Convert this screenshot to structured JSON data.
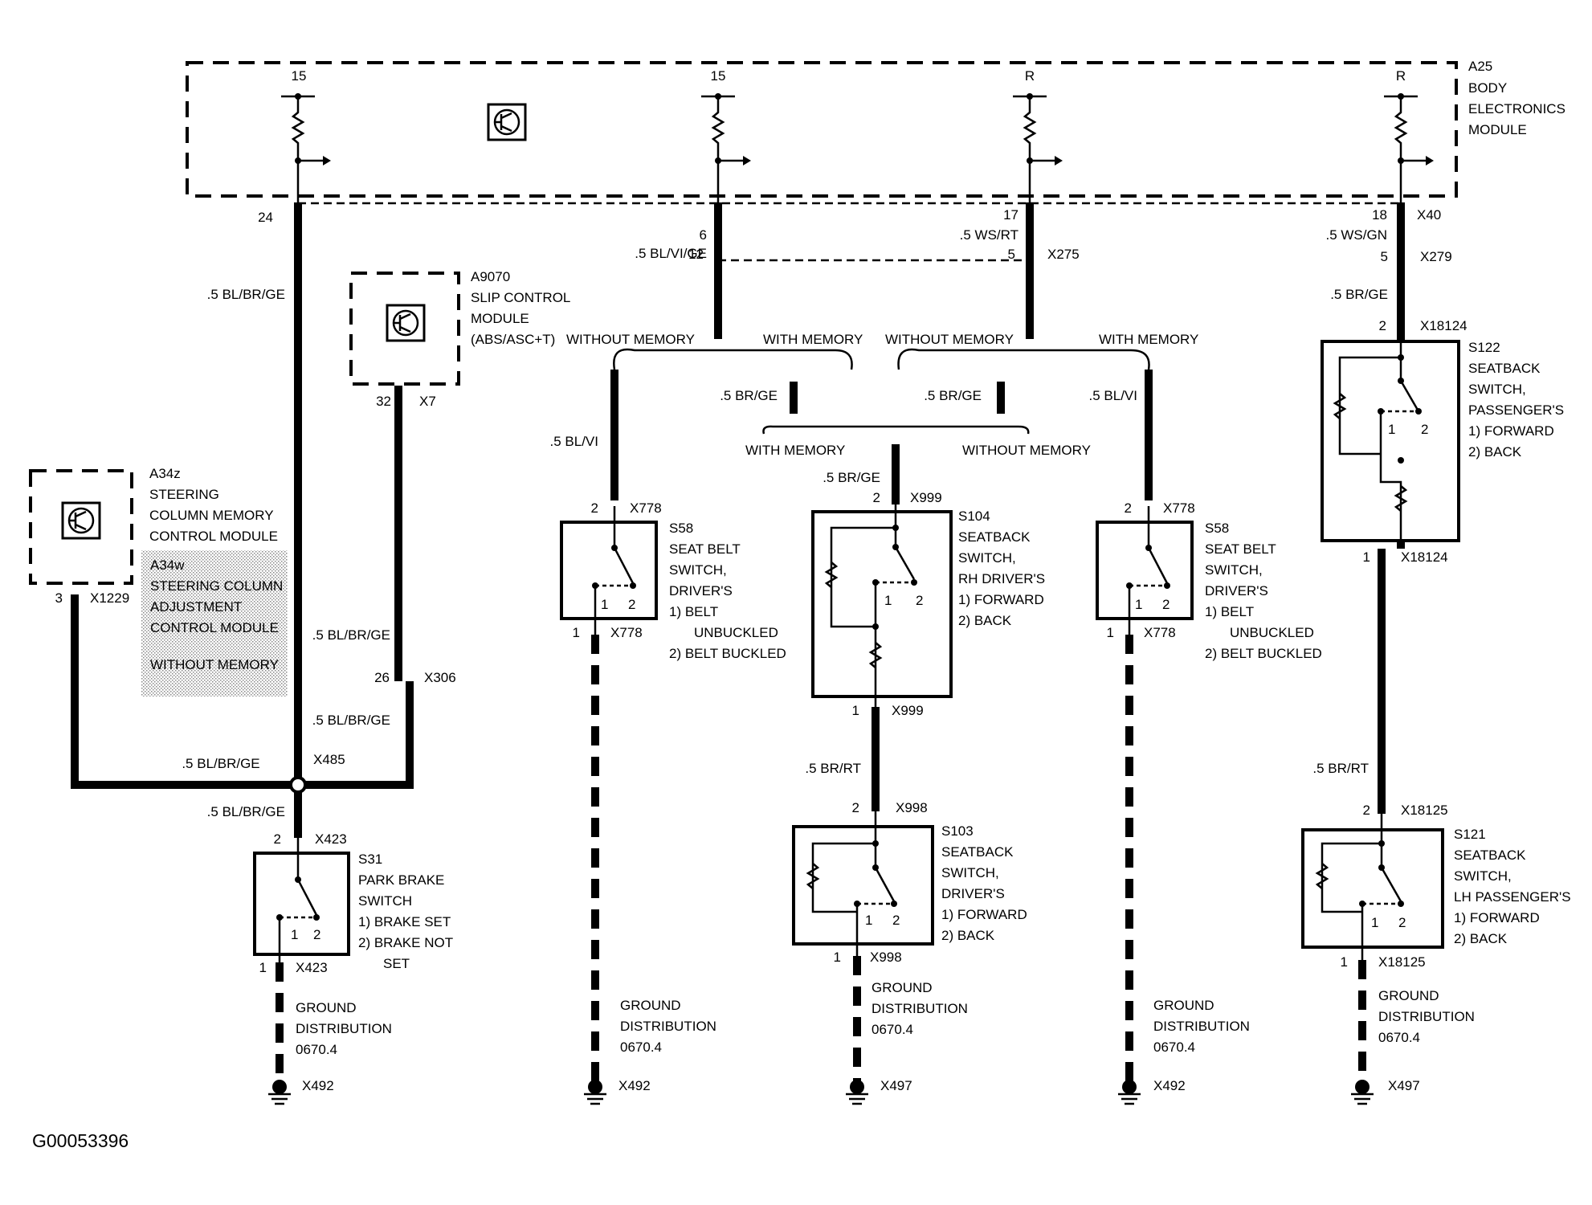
{
  "diagram_id": "G00053396",
  "modules": {
    "a25": {
      "id": "A25",
      "name": [
        "BODY",
        "ELECTRONICS",
        "MODULE"
      ],
      "terminals": [
        "15",
        "15",
        "R",
        "R"
      ]
    },
    "a9070": {
      "id": "A9070",
      "name": [
        "SLIP CONTROL",
        "MODULE",
        "(ABS/ASC+T)"
      ]
    },
    "a34z": {
      "id": "A34z",
      "name": [
        "STEERING",
        "COLUMN MEMORY",
        "CONTROL MODULE"
      ]
    },
    "a34w": {
      "lines": [
        "A34w",
        "STEERING COLUMN",
        "ADJUSTMENT",
        "CONTROL MODULE",
        "",
        "WITHOUT MEMORY"
      ]
    }
  },
  "wires": {
    "bl_br_ge": ".5 BL/BR/GE",
    "bl_vi_ge": ".5 BL/VI/GE",
    "ws_rt": ".5 WS/RT",
    "ws_gn": ".5 WS/GN",
    "br_ge": ".5 BR/GE",
    "bl_vi": ".5 BL/VI",
    "br_rt": ".5 BR/RT"
  },
  "connectors": {
    "x40": "X40",
    "x275": "X275",
    "x279": "X279",
    "x18124": "X18124",
    "x7": "X7",
    "x1229": "X1229",
    "x306": "X306",
    "x485": "X485",
    "x423": "X423",
    "x778": "X778",
    "x999": "X999",
    "x998": "X998",
    "x18125": "X18125",
    "x492": "X492",
    "x497": "X497"
  },
  "pins": {
    "p1": "1",
    "p2": "2",
    "p3": "3",
    "p5": "5",
    "p6": "6",
    "p12": "12",
    "p17": "17",
    "p18": "18",
    "p24": "24",
    "p26": "26",
    "p32": "32"
  },
  "options": {
    "without_memory": "WITHOUT MEMORY",
    "with_memory": "WITH MEMORY"
  },
  "switches": {
    "s31": {
      "id": "S31",
      "name": [
        "PARK BRAKE",
        "SWITCH"
      ],
      "pos": [
        "1)  BRAKE SET",
        "2)  BRAKE NOT",
        "SET"
      ]
    },
    "s58": {
      "id": "S58",
      "name": [
        "SEAT BELT",
        "SWITCH,",
        "DRIVER'S"
      ],
      "pos": [
        "1)  BELT",
        "UNBUCKLED",
        "2)  BELT BUCKLED"
      ]
    },
    "s104": {
      "id": "S104",
      "name": [
        "SEATBACK",
        "SWITCH,",
        "RH DRIVER'S"
      ],
      "pos": [
        "1)  FORWARD",
        "2)  BACK"
      ]
    },
    "s103": {
      "id": "S103",
      "name": [
        "SEATBACK",
        "SWITCH,",
        "DRIVER'S"
      ],
      "pos": [
        "1)  FORWARD",
        "2)  BACK"
      ]
    },
    "s122": {
      "id": "S122",
      "name": [
        "SEATBACK",
        "SWITCH,",
        "PASSENGER'S"
      ],
      "pos": [
        "1)  FORWARD",
        "2)  BACK"
      ]
    },
    "s121": {
      "id": "S121",
      "name": [
        "SEATBACK",
        "SWITCH,",
        "LH PASSENGER'S"
      ],
      "pos": [
        "1)  FORWARD",
        "2)  BACK"
      ]
    }
  },
  "ground": {
    "lines": [
      "GROUND",
      "DISTRIBUTION",
      "0670.4"
    ]
  }
}
